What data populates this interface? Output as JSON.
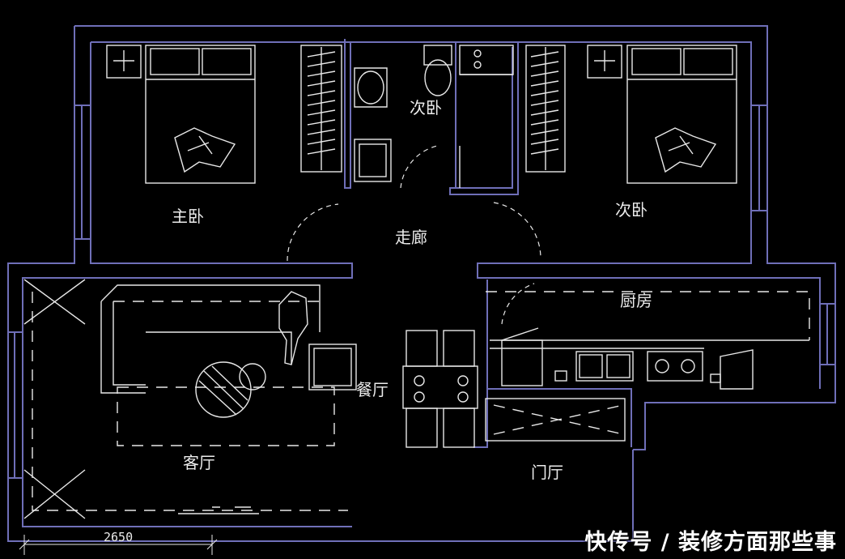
{
  "rooms": {
    "master_bedroom": "主卧",
    "second_bedroom_center": "次卧",
    "second_bedroom_right": "次卧",
    "corridor": "走廊",
    "kitchen": "厨房",
    "living_room": "客厅",
    "dining_room": "餐厅",
    "entrance": "门厅"
  },
  "dimension": {
    "width_label": "2650"
  },
  "watermark": "快传号 / 装修方面那些事",
  "colors": {
    "background": "#000000",
    "walls": "#6f6fb8",
    "furniture": "#e8e8e8"
  }
}
